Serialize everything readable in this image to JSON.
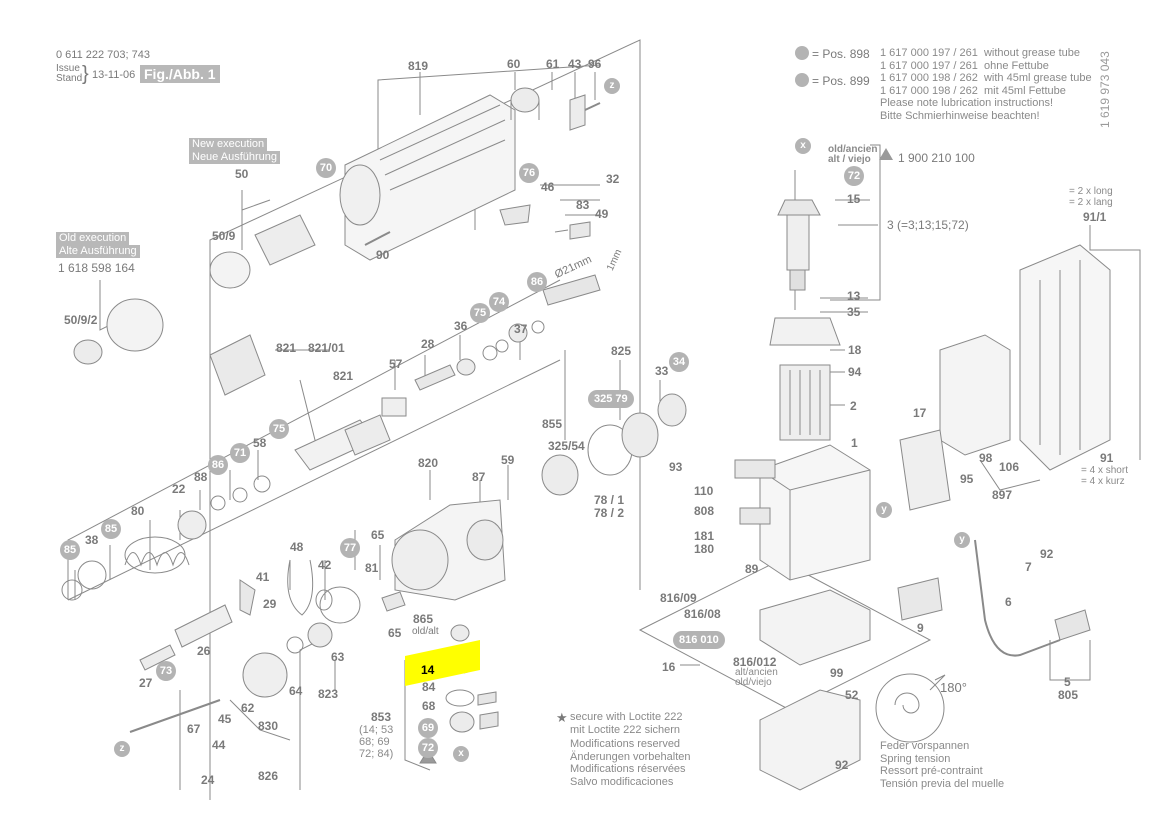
{
  "header": {
    "doc_numbers": "0 611 222 703; 743",
    "issue_label": "Issue",
    "stand_label": "Stand",
    "date": "13-11-06",
    "figure_label": "Fig./Abb. 1",
    "side_code": "1 619 973 043"
  },
  "grease_legend": {
    "pos_898": "= Pos.  898",
    "pos_899": "= Pos.  899",
    "lines_898": "1 617 000 197 / 261  without grease tube\n1 617 000 197 / 261  ohne Fettube",
    "lines_899": "1 617 000 198 / 262  with 45ml grease tube\n1 617 000 198 / 262  mit 45ml Fettube\nPlease note lubrication instructions!\nBitte Schmierhinweise beachten!"
  },
  "execution_labels": {
    "new_en": "New execution",
    "new_de": "Neue Ausführung",
    "old_en": "Old execution",
    "old_de": "Alte Ausführung",
    "old_part": "1 618 598 164"
  },
  "armature": {
    "old_label": "old/ancien\nalt / viejo",
    "triangle_part": "1 900 210 100",
    "set_label": "3 (=3;13;15;72)"
  },
  "part_labels": {
    "p819": "819",
    "p60": "60",
    "p61": "61",
    "p43": "43",
    "p96": "96",
    "p50": "50",
    "p509": "50/9",
    "p5092": "50/9/2",
    "p90": "90",
    "p46": "46",
    "p32": "32",
    "p83": "83",
    "p49": "49",
    "p821": "821",
    "p82101": "821/01",
    "p821b": "821",
    "p57": "57",
    "p28": "28",
    "p36": "36",
    "p37": "37",
    "p21mm": "Ø21mm",
    "p1mm": "1mm",
    "p825": "825",
    "p33": "33",
    "p855": "855",
    "p32554": "325/54",
    "p7881": "78 / 1",
    "p7882": "78 / 2",
    "p93": "93",
    "p88": "88",
    "p58": "58",
    "p22": "22",
    "p80": "80",
    "p38": "38",
    "p820": "820",
    "p87": "87",
    "p59": "59",
    "p48": "48",
    "p42": "42",
    "p65": "65",
    "p81": "81",
    "p41": "41",
    "p29": "29",
    "p26": "26",
    "p27": "27",
    "p62": "62",
    "p64": "64",
    "p63": "63",
    "p823": "823",
    "p865": "865",
    "p865old": "old/alt",
    "p65b": "65",
    "p14": "14",
    "p84": "84",
    "p68": "68",
    "p853": "853",
    "p853sub": "(14; 53\n68; 69\n72; 84)",
    "p67": "67",
    "p45": "45",
    "p44": "44",
    "p830": "830",
    "p24": "24",
    "p826": "826",
    "p15": "15",
    "p13": "13",
    "p35": "35",
    "p18": "18",
    "p94": "94",
    "p2": "2",
    "p1": "1",
    "p110": "110",
    "p808": "808",
    "p181": "181",
    "p180": "180",
    "p89": "89",
    "p81609": "816/09",
    "p81608": "816/08",
    "p16": "16",
    "p816012": "816/012",
    "p816012old": "alt/ancien\nold/viejo",
    "p99": "99",
    "p52": "52",
    "p92b": "92",
    "p17": "17",
    "p98": "98",
    "p106": "106",
    "p95": "95",
    "p897": "897",
    "p7": "7",
    "p92": "92",
    "p6": "6",
    "p9": "9",
    "p5": "5",
    "p805": "805",
    "p91": "91",
    "p91short": "= 4 x short\n= 4 x kurz",
    "p911": "91/1",
    "p91long": "= 2 x long\n= 2 x lang",
    "p180deg": "180°"
  },
  "circle_labels": {
    "c70": "70",
    "c76": "76",
    "c86": "86",
    "c74": "74",
    "c75": "75",
    "c75b": "75",
    "c71": "71",
    "c86b": "86",
    "c85": "85",
    "c85b": "85",
    "c77": "77",
    "c73": "73",
    "c69": "69",
    "c72": "72",
    "c72b": "72",
    "c34": "34",
    "cz1": "z",
    "cz2": "z",
    "cx1": "x",
    "cx2": "x",
    "cy1": "y",
    "cy2": "y",
    "pill_32579": "325 79",
    "pill_816010": "816 010"
  },
  "footnotes": {
    "loctite": "secure with Loctite 222\nmit Loctite 222 sichern",
    "modifications": "Modifications reserved\nÄnderungen vorbehalten\nModifications réservées\nSalvo modificaciones",
    "spring": "Feder vorspannen\nSpring tension\nRessort pré-contraint\nTensión previa del muelle"
  },
  "colors": {
    "line": "#8a8a8a",
    "fill_light": "#e6e6e6",
    "badge": "#b3b3b3",
    "highlight": "#ffff00"
  }
}
